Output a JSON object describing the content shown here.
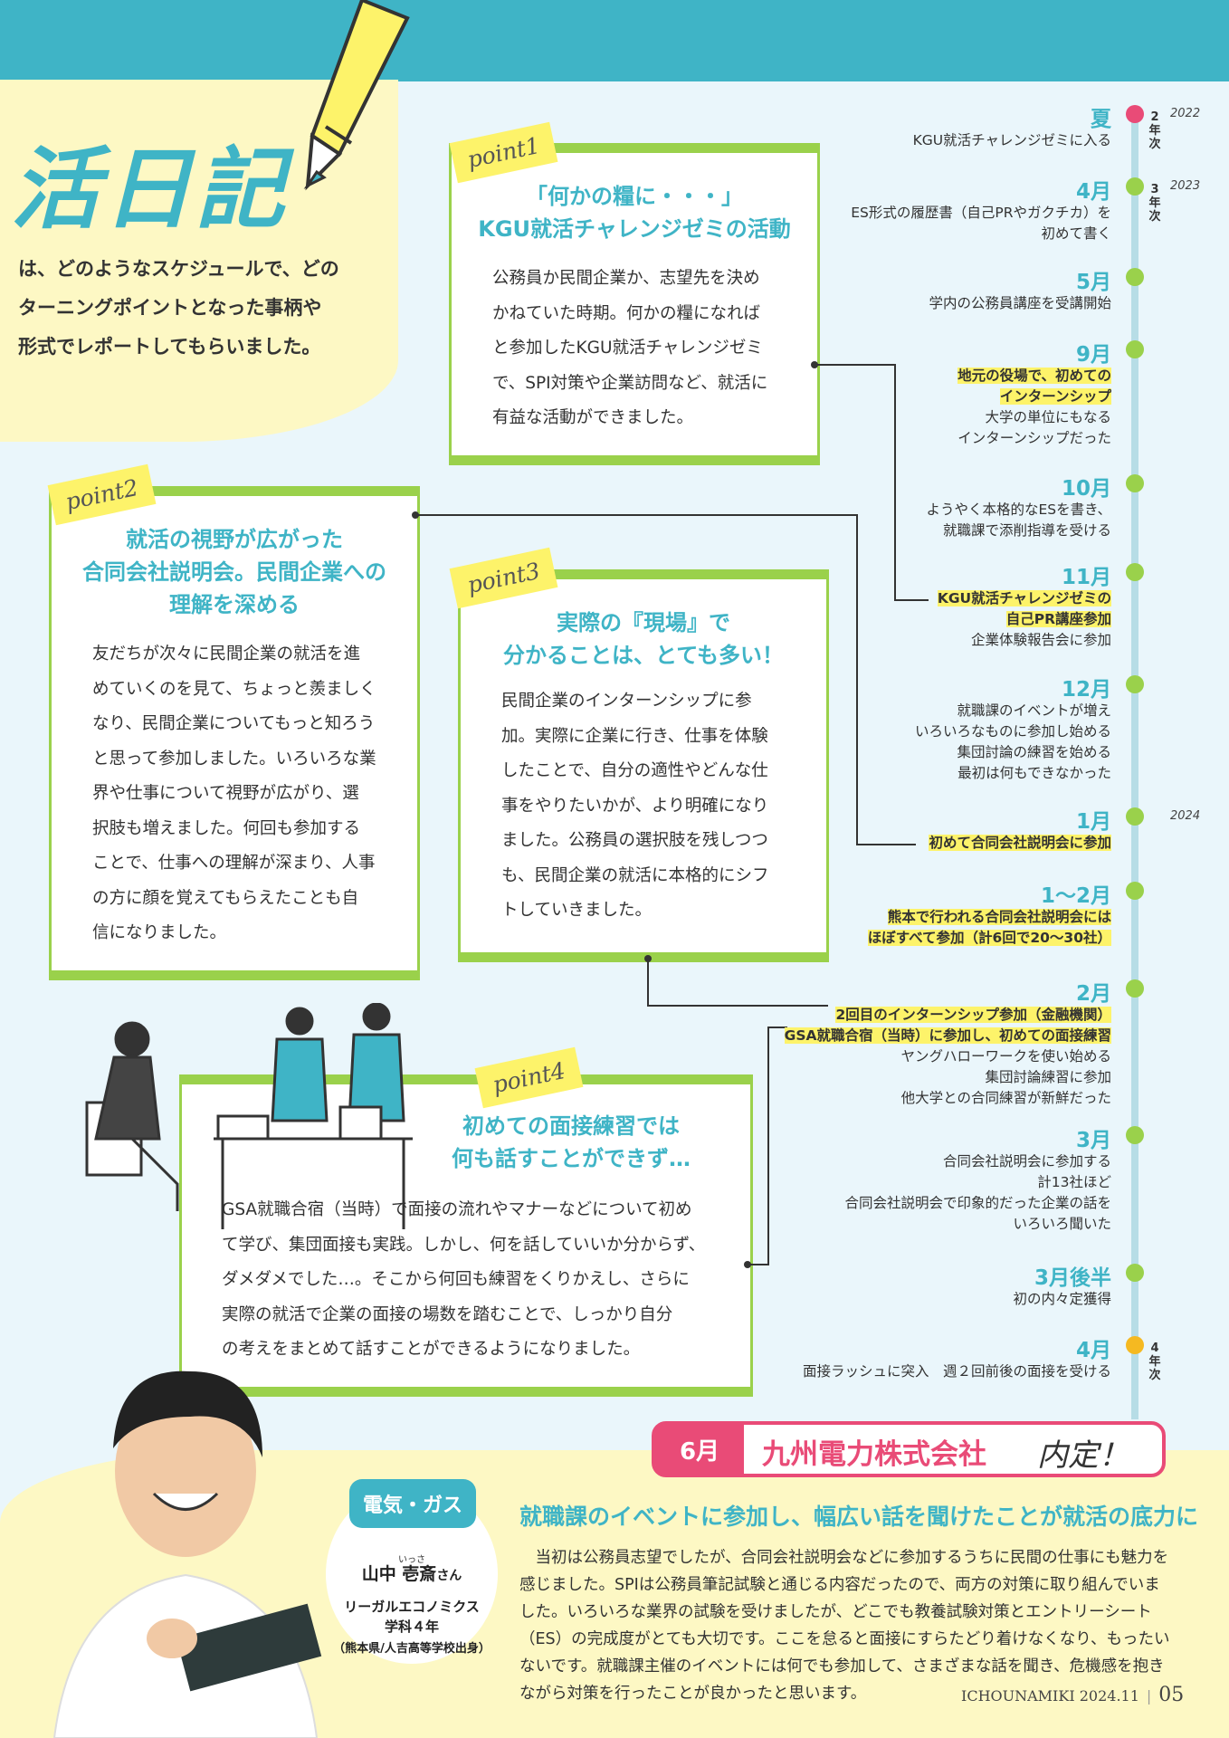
{
  "header": {
    "title": "活日記"
  },
  "intro": [
    "は、どのようなスケジュールで、どの",
    "ターニングポイントとなった事柄や",
    "形式でレポートしてもらいました。"
  ],
  "points": [
    {
      "tag": "point1",
      "title": [
        "「何かの糧に・・・」",
        "KGU就活チャレンジゼミの活動"
      ],
      "body": [
        "公務員か民間企業か、志望先を決め",
        "かねていた時期。何かの糧になれば",
        "と参加したKGU就活チャレンジゼミ",
        "で、SPI対策や企業訪問など、就活に",
        "有益な活動ができました。"
      ]
    },
    {
      "tag": "point2",
      "title": [
        "就活の視野が広がった",
        "合同会社説明会。民間企業への",
        "理解を深める"
      ],
      "body": [
        "友だちが次々に民間企業の就活を進",
        "めていくのを見て、ちょっと羨ましく",
        "なり、民間企業についてもっと知ろう",
        "と思って参加しました。いろいろな業",
        "界や仕事について視野が広がり、選",
        "択肢も増えました。何回も参加する",
        "ことで、仕事への理解が深まり、人事",
        "の方に顔を覚えてもらえたことも自",
        "信になりました。"
      ]
    },
    {
      "tag": "point3",
      "title": [
        "実際の『現場』で",
        "分かることは、とても多い！"
      ],
      "body": [
        "民間企業のインターンシップに参",
        "加。実際に企業に行き、仕事を体験",
        "したことで、自分の適性やどんな仕",
        "事をやりたいかが、より明確になり",
        "ました。公務員の選択肢を残しつつ",
        "も、民間企業の就活に本格的にシフ",
        "トしていきました。"
      ]
    },
    {
      "tag": "point4",
      "title": [
        "初めての面接練習では",
        "何も話すことができず…"
      ],
      "body": [
        "GSA就職合宿（当時）で面接の流れやマナーなどについて初め",
        "て学び、集団面接も実践。しかし、何を話していいか分からず、",
        "ダメダメでした…。そこから何回も練習をくりかえし、さらに",
        "実際の就活で企業の面接の場数を踏むことで、しっかり自分",
        "の考えをまとめて話すことができるようになりました。"
      ]
    }
  ],
  "timeline": [
    {
      "month": "夏",
      "lines": [
        {
          "t": "KGU就活チャレンジゼミに入る"
        }
      ],
      "year": "2022",
      "grade": "2年次",
      "color": "#e94b77"
    },
    {
      "month": "4月",
      "lines": [
        {
          "t": "ES形式の履歴書（自己PRやガクチカ）を"
        },
        {
          "t": "初めて書く"
        }
      ],
      "year": "2023",
      "grade": "3年次"
    },
    {
      "month": "5月",
      "lines": [
        {
          "t": "学内の公務員講座を受講開始"
        }
      ]
    },
    {
      "month": "9月",
      "lines": [
        {
          "t": "地元の役場で、初めての",
          "hl": true
        },
        {
          "t": "インターンシップ",
          "hl": true
        },
        {
          "t": "大学の単位にもなる"
        },
        {
          "t": "インターンシップだった"
        }
      ]
    },
    {
      "month": "10月",
      "lines": [
        {
          "t": "ようやく本格的なESを書き、"
        },
        {
          "t": "就職課で添削指導を受ける"
        }
      ]
    },
    {
      "month": "11月",
      "lines": [
        {
          "t": "KGU就活チャレンジゼミの",
          "hl": true
        },
        {
          "t": "自己PR講座参加",
          "hl": true
        },
        {
          "t": "企業体験報告会に参加"
        }
      ]
    },
    {
      "month": "12月",
      "lines": [
        {
          "t": "就職課のイベントが増え"
        },
        {
          "t": "いろいろなものに参加し始める"
        },
        {
          "t": "集団討論の練習を始める"
        },
        {
          "t": "最初は何もできなかった"
        }
      ]
    },
    {
      "month": "1月",
      "lines": [
        {
          "t": "初めて合同会社説明会に参加",
          "hl": true
        }
      ],
      "year": "2024"
    },
    {
      "month": "1〜2月",
      "lines": [
        {
          "t": "熊本で行われる合同会社説明会には",
          "hl": true
        },
        {
          "t": "ほぼすべて参加（計6回で20〜30社）",
          "hl": true
        }
      ]
    },
    {
      "month": "2月",
      "lines": [
        {
          "t": "2回目のインターンシップ参加（金融機関）",
          "hl": true
        },
        {
          "t": "GSA就職合宿（当時）に参加し、初めての面接練習",
          "hl": true
        },
        {
          "t": "ヤングハローワークを使い始める"
        },
        {
          "t": "集団討論練習に参加"
        },
        {
          "t": "他大学との合同練習が新鮮だった"
        }
      ]
    },
    {
      "month": "3月",
      "lines": [
        {
          "t": "合同会社説明会に参加する"
        },
        {
          "t": "計13社ほど"
        },
        {
          "t": "合同会社説明会で印象的だった企業の話を"
        },
        {
          "t": "いろいろ聞いた"
        }
      ]
    },
    {
      "month": "3月後半",
      "lines": [
        {
          "t": "初の内々定獲得"
        }
      ]
    },
    {
      "month": "4月",
      "lines": [
        {
          "t": "面接ラッシュに突入　週２回前後の面接を受ける"
        }
      ],
      "grade": "4年次",
      "color": "#f5b921"
    }
  ],
  "result": {
    "month": "6月",
    "company": "九州電力株式会社",
    "suffix": "内定！"
  },
  "profile": {
    "department": "電気・ガス",
    "ruby": "いっさ",
    "name": "山中 壱斎",
    "honorific": "さん",
    "major": "リーガルエコノミクス",
    "grade": "学科４年",
    "hometown": "（熊本県/人吉高等学校出身）"
  },
  "story": {
    "headline": "就職課のイベントに参加し、幅広い話を聞けたことが就活の底力に",
    "body": "当初は公務員志望でしたが、合同会社説明会などに参加するうちに民間の仕事にも魅力を感じました。SPIは公務員筆記試験と通じる内容だったので、両方の対策に取り組んでいました。いろいろな業界の試験を受けましたが、どこでも教養試験対策とエントリーシート（ES）の完成度がとても大切です。ここを怠ると面接にすらたどり着けなくなり、もったいないです。就職課主催のイベントには何でも参加して、さまざまな話を聞き、危機感を抱きながら対策を行ったことが良かったと思います。"
  },
  "footer": {
    "magazine": "ICHOUNAMIKI 2024.11",
    "page": "05"
  }
}
